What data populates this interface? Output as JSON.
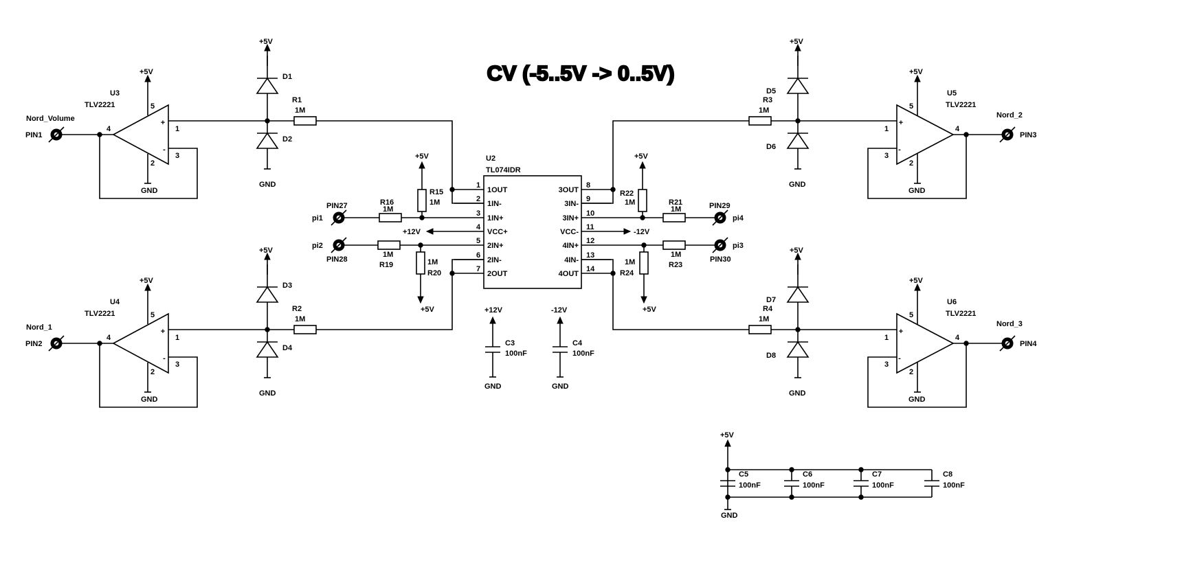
{
  "title": "CV (-5..5V -> 0..5V)",
  "rails": {
    "p5v": "+5V",
    "p12v": "+12V",
    "m12v": "-12V",
    "gnd": "GND"
  },
  "opamp_part": "TLV2221",
  "opamp_pins": {
    "out": "1",
    "vcc": "5",
    "gnd": "2",
    "plus": "+",
    "minus": "-",
    "fb": "3",
    "vout": "4"
  },
  "buffers": [
    {
      "ref": "U3",
      "net": "Nord_Volume",
      "pin": "PIN1",
      "diode_top": "D1",
      "diode_bot": "D2",
      "res": "R1",
      "res_val": "1M"
    },
    {
      "ref": "U4",
      "net": "Nord_1",
      "pin": "PIN2",
      "diode_top": "D3",
      "diode_bot": "D4",
      "res": "R2",
      "res_val": "1M"
    },
    {
      "ref": "U5",
      "net": "Nord_2",
      "pin": "PIN3",
      "diode_top": "D5",
      "diode_bot": "D6",
      "res": "R3",
      "res_val": "1M"
    },
    {
      "ref": "U6",
      "net": "Nord_3",
      "pin": "PIN4",
      "diode_top": "D7",
      "diode_bot": "D8",
      "res": "R4",
      "res_val": "1M"
    }
  ],
  "ic": {
    "ref": "U2",
    "part": "TL074IDR",
    "left_pins": [
      {
        "num": "1",
        "name": "1OUT"
      },
      {
        "num": "2",
        "name": "1IN-"
      },
      {
        "num": "3",
        "name": "1IN+"
      },
      {
        "num": "4",
        "name": "VCC+"
      },
      {
        "num": "5",
        "name": "2IN+"
      },
      {
        "num": "6",
        "name": "2IN-"
      },
      {
        "num": "7",
        "name": "2OUT"
      }
    ],
    "right_pins": [
      {
        "num": "8",
        "name": "3OUT"
      },
      {
        "num": "9",
        "name": "3IN-"
      },
      {
        "num": "10",
        "name": "3IN+"
      },
      {
        "num": "11",
        "name": "VCC-"
      },
      {
        "num": "12",
        "name": "4IN+"
      },
      {
        "num": "13",
        "name": "4IN-"
      },
      {
        "num": "14",
        "name": "4OUT"
      }
    ]
  },
  "inputs": [
    {
      "pin": "PIN27",
      "net": "pi1",
      "res": "R16",
      "val": "1M"
    },
    {
      "pin": "PIN28",
      "net": "pi2",
      "res": "R19",
      "val": "1M"
    },
    {
      "pin": "PIN29",
      "net": "pi4",
      "res": "R21",
      "val": "1M"
    },
    {
      "pin": "PIN30",
      "net": "pi3",
      "res": "R23",
      "val": "1M"
    }
  ],
  "bias": [
    {
      "res": "R15",
      "val": "1M"
    },
    {
      "res": "R20",
      "val": "1M"
    },
    {
      "res": "R22",
      "val": "1M"
    },
    {
      "res": "R24",
      "val": "1M"
    }
  ],
  "supply_caps": [
    {
      "ref": "C3",
      "val": "100nF"
    },
    {
      "ref": "C4",
      "val": "100nF"
    }
  ],
  "decoupling_caps": [
    {
      "ref": "C5",
      "val": "100nF"
    },
    {
      "ref": "C6",
      "val": "100nF"
    },
    {
      "ref": "C7",
      "val": "100nF"
    },
    {
      "ref": "C8",
      "val": "100nF"
    }
  ]
}
